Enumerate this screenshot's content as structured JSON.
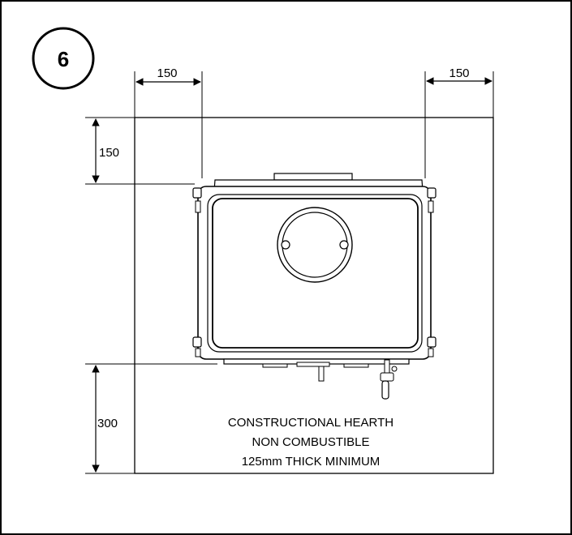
{
  "step": {
    "number": "6"
  },
  "dimensions": {
    "top_left": "150",
    "top_right": "150",
    "side_top": "150",
    "side_bottom": "300"
  },
  "hearth_note": {
    "line1": "CONSTRUCTIONAL HEARTH",
    "line2": "NON COMBUSTIBLE",
    "line3": "125mm THICK MINIMUM"
  }
}
